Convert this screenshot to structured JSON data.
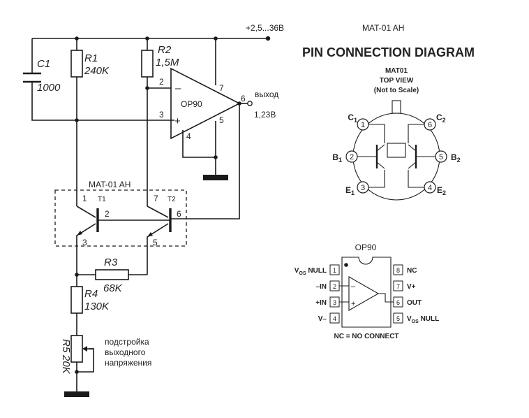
{
  "schematic": {
    "supply_label": "+2,5...36В",
    "opamp_label": "OP90",
    "output_label": "выход",
    "output_voltage": "1,23В",
    "c1": {
      "name": "C1",
      "value": "1000"
    },
    "r1": {
      "name": "R1",
      "value": "240K"
    },
    "r2": {
      "name": "R2",
      "value": "1,5M"
    },
    "r3": {
      "name": "R3",
      "value": "68K"
    },
    "r4": {
      "name": "R4",
      "value": "130K"
    },
    "r5": {
      "name": "R5",
      "value": "20K"
    },
    "mat_label": "MAT-01 AH",
    "t1": "T1",
    "t2": "T2",
    "pins": {
      "op_in_neg": "2",
      "op_in_pos": "3",
      "op_v_plus": "7",
      "op_out": "6",
      "op_v_minus": "4",
      "op_nc": "5",
      "t1_c": "1",
      "t1_b": "2",
      "t1_e": "3",
      "t2_c": "7",
      "t2_b": "6",
      "t2_e": "5"
    },
    "op_minus_sign": "–",
    "op_plus_sign": "+",
    "trim_note": [
      "подстройка",
      "выходного",
      "напряжения"
    ]
  },
  "pin_diagram": {
    "part_header": "MAT-01 AH",
    "title": "PIN CONNECTION DIAGRAM",
    "mat_title": "MAT01",
    "mat_view": "TOP VIEW",
    "mat_scale": "(Not to Scale)",
    "mat_pins": [
      {
        "num": "1",
        "label": "C",
        "sub": "1"
      },
      {
        "num": "2",
        "label": "B",
        "sub": "1"
      },
      {
        "num": "3",
        "label": "E",
        "sub": "1"
      },
      {
        "num": "4",
        "label": "E",
        "sub": "2"
      },
      {
        "num": "5",
        "label": "B",
        "sub": "2"
      },
      {
        "num": "6",
        "label": "C",
        "sub": "2"
      }
    ],
    "op90_title": "OP90",
    "op90_left": [
      {
        "num": "1",
        "label": "V",
        "sub": "OS",
        "suffix": " NULL"
      },
      {
        "num": "2",
        "label": "–IN",
        "sub": "",
        "suffix": ""
      },
      {
        "num": "3",
        "label": "+IN",
        "sub": "",
        "suffix": ""
      },
      {
        "num": "4",
        "label": "V–",
        "sub": "",
        "suffix": ""
      }
    ],
    "op90_right": [
      {
        "num": "8",
        "label": "NC",
        "sub": "",
        "suffix": ""
      },
      {
        "num": "7",
        "label": "V+",
        "sub": "",
        "suffix": ""
      },
      {
        "num": "6",
        "label": "OUT",
        "sub": "",
        "suffix": ""
      },
      {
        "num": "5",
        "label": "V",
        "sub": "OS",
        "suffix": " NULL"
      }
    ],
    "op90_minus": "–",
    "op90_plus": "+",
    "nc_note": "NC = NO CONNECT"
  }
}
